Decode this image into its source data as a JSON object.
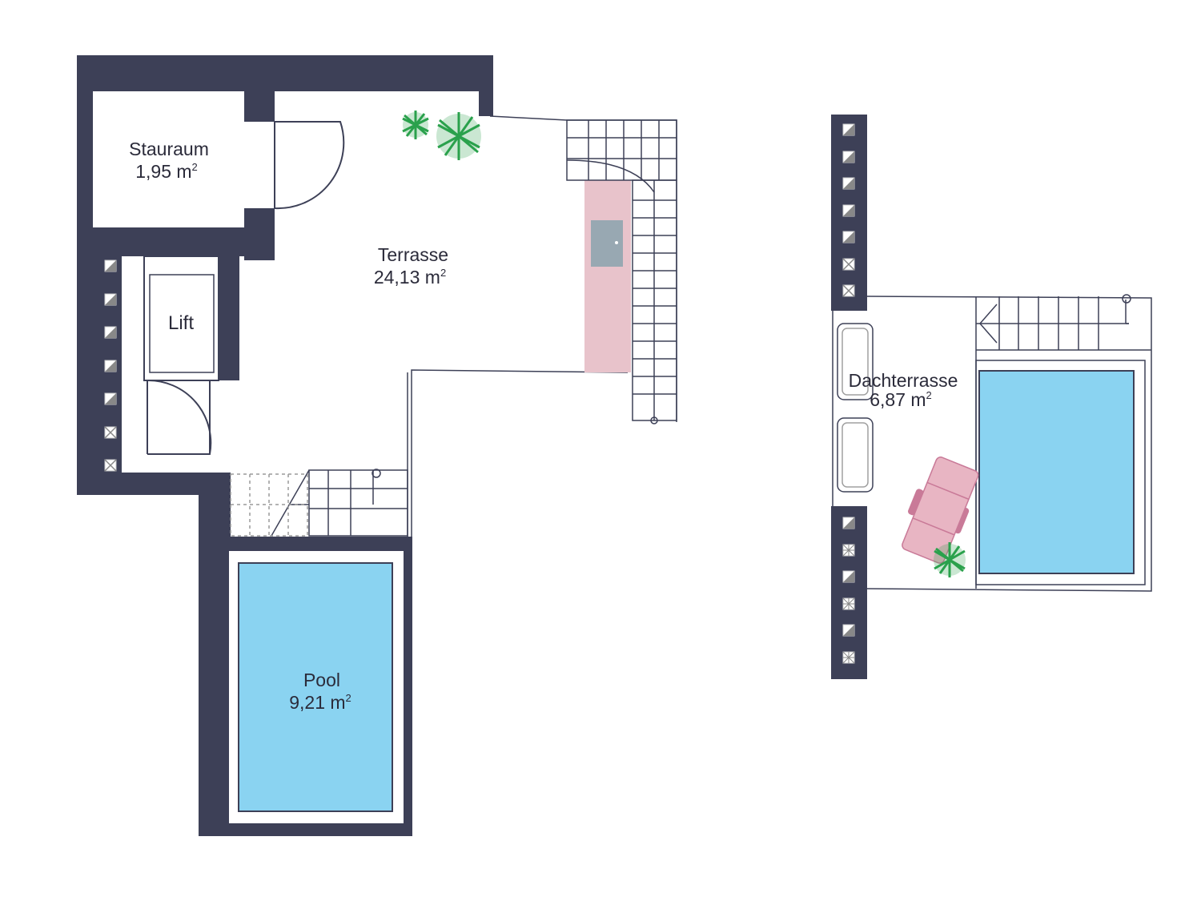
{
  "colors": {
    "wall": "#3d4057",
    "pool_water": "#8ad3f1",
    "pink_surface": "#e8c3cb",
    "lounger": "#e8b5c3",
    "lounger_armrest": "#c97a98",
    "plant": "#2aa14c",
    "line": "#3d4057",
    "appliance": "#98a8b2"
  },
  "rooms": {
    "stauraum": {
      "name": "Stauraum",
      "area": "1,95 m",
      "unit_sup": "2"
    },
    "terrasse": {
      "name": "Terrasse",
      "area": "24,13 m",
      "unit_sup": "2"
    },
    "lift": {
      "name": "Lift"
    },
    "pool": {
      "name": "Pool",
      "area": "9,21 m",
      "unit_sup": "2"
    },
    "dachterrasse": {
      "name": "Dachterrasse",
      "area": "6,87 m",
      "unit_sup": "2"
    }
  },
  "icons": {
    "plant": "plant-icon",
    "window": "window-icon",
    "lounger": "sun-lounger-icon",
    "stairs": "stairs-icon",
    "door": "door-icon"
  }
}
